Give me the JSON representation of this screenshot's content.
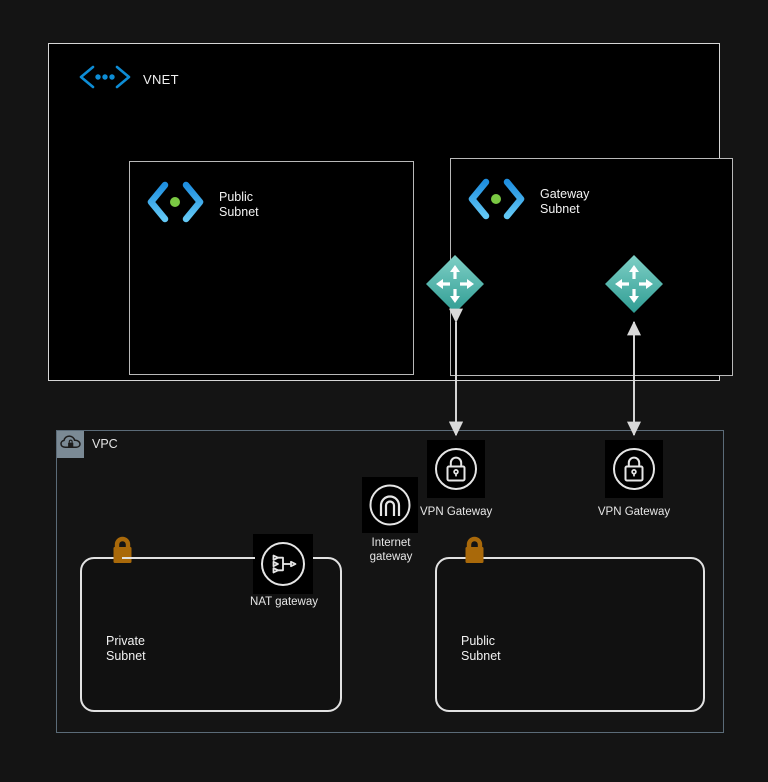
{
  "diagram": {
    "background_color": "#141414",
    "vnet": {
      "label": "VNET",
      "icon": "vnet-icon",
      "border_color": "#d6d6d6",
      "fill_color": "#000000",
      "subnets": [
        {
          "id": "public",
          "title": "Public\nSubnet",
          "icon": "subnet-icon"
        },
        {
          "id": "gateway",
          "title": "Gateway\nSubnet",
          "icon": "subnet-icon"
        }
      ],
      "gateway_nodes": [
        {
          "id": "gw-a",
          "icon": "virtual-network-gateway-icon",
          "color": "#56b3ab"
        },
        {
          "id": "gw-b",
          "icon": "virtual-network-gateway-icon",
          "color": "#56b3ab"
        }
      ]
    },
    "vpc": {
      "label": "VPC",
      "icon": "vpc-cloud-lock-icon",
      "border_color": "#5b6b78",
      "tab_color": "#7b8a95",
      "subnets": [
        {
          "id": "private",
          "title": "Private\nSubnet",
          "lock_icon": "lock-icon",
          "lock_color": "#a9690a"
        },
        {
          "id": "public",
          "title": "Public\nSubnet",
          "lock_icon": "lock-icon",
          "lock_color": "#a9690a"
        }
      ],
      "resources": [
        {
          "id": "vpn-gateway-1",
          "caption": "VPN Gateway",
          "icon": "vpn-gateway-lock-icon"
        },
        {
          "id": "vpn-gateway-2",
          "caption": "VPN Gateway",
          "icon": "vpn-gateway-lock-icon"
        },
        {
          "id": "internet-gateway",
          "caption": "Internet\ngateway",
          "icon": "internet-gateway-icon"
        },
        {
          "id": "nat-gateway",
          "caption": "NAT gateway",
          "icon": "nat-gateway-icon"
        }
      ]
    },
    "connectors": [
      {
        "id": "vpn1-to-gw-a",
        "from": "vpn-gateway-1",
        "to": "gw-a",
        "style": "bidirectional",
        "color": "#d9d9d9"
      },
      {
        "id": "vpn2-to-gw-b",
        "from": "vpn-gateway-2",
        "to": "gw-b",
        "style": "bidirectional",
        "color": "#d9d9d9"
      }
    ]
  }
}
